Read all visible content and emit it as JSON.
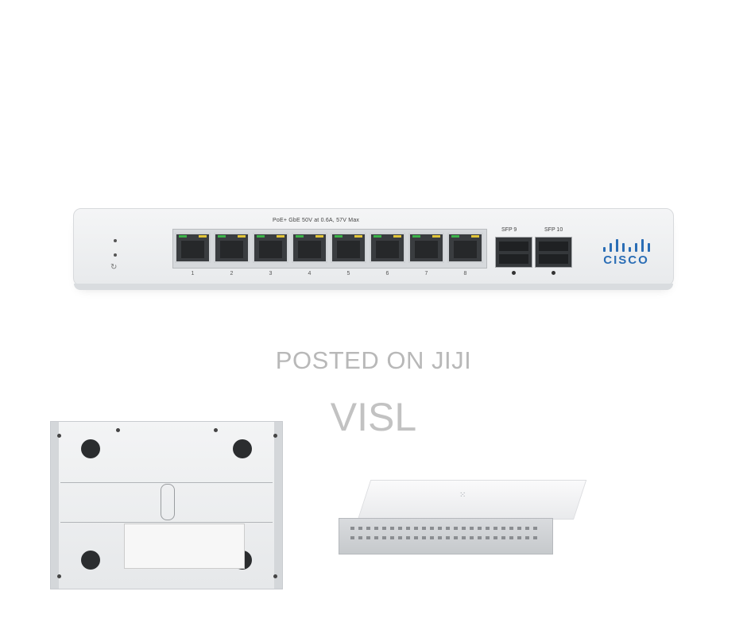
{
  "front_panel": {
    "poe_label": "PoE+ GbE 50V at 0.6A, 57V Max",
    "port_numbers": [
      "1",
      "2",
      "3",
      "4",
      "5",
      "6",
      "7",
      "8"
    ],
    "sfp_labels": [
      "SFP 9",
      "SFP 10"
    ],
    "reset_icon": "reset-icon",
    "brand": "CISCO",
    "brand_color": "#2a6db5"
  },
  "watermark": {
    "line1": "POSTED ON JIJI",
    "line2": "VISL"
  }
}
